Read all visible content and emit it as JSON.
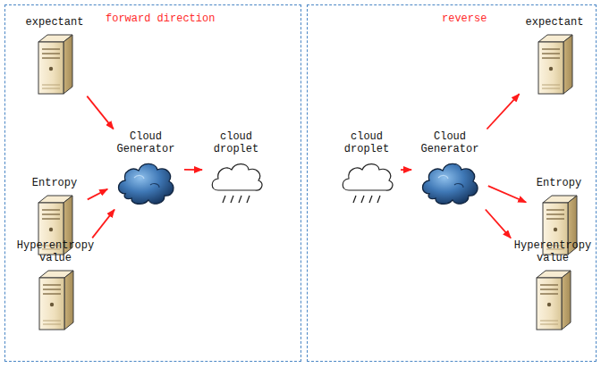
{
  "diagram": {
    "nodes": [
      {
        "text": [
          "forward direction"
        ]
      },
      {
        "text": [
          "expectant"
        ],
        "in": 0
      },
      {
        "text": [
          "Entropy"
        ],
        "in": 0
      },
      {
        "text": [
          "Hyperentropy value"
        ],
        "in": 0
      },
      {
        "text": [
          "Cloud Generator"
        ],
        "in": 0
      },
      {
        "text": [
          "cloud droplet"
        ],
        "in": 0
      },
      {
        "text": [
          "reverse"
        ]
      },
      {
        "text": [
          "cloud droplet"
        ],
        "in": 6
      },
      {
        "text": [
          "Cloud Generator"
        ],
        "in": 6
      },
      {
        "text": [
          "expectant"
        ],
        "in": 6
      },
      {
        "text": [
          "Entropy"
        ],
        "in": 6
      },
      {
        "text": [
          "Hyperentropy value"
        ],
        "in": 6
      }
    ],
    "edges": [
      {
        "from": 1,
        "to": 4,
        "arrow": "to"
      },
      {
        "from": 2,
        "to": 4,
        "arrow": "to"
      },
      {
        "from": 3,
        "to": 4,
        "arrow": "to"
      },
      {
        "from": 4,
        "to": 5,
        "arrow": "to"
      },
      {
        "from": 7,
        "to": 8,
        "arrow": "to"
      },
      {
        "from": 8,
        "to": 9,
        "arrow": "to"
      },
      {
        "from": 8,
        "to": 10,
        "arrow": "to"
      },
      {
        "from": 8,
        "to": 11,
        "arrow": "to"
      }
    ]
  }
}
